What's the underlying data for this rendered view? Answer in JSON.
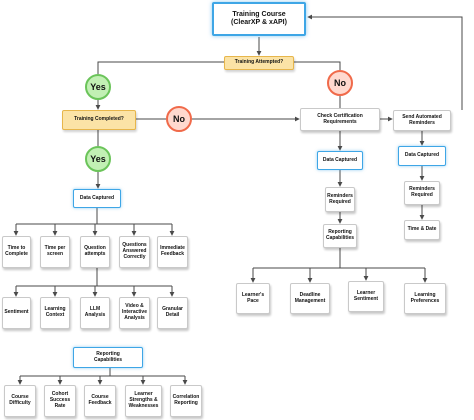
{
  "root": "Training Course\n(ClearXP & xAPI)",
  "decisions": {
    "attempted": "Training Attempted?",
    "completed": "Training Completed?"
  },
  "answers": {
    "yes": "Yes",
    "no": "No"
  },
  "left_branch": {
    "data_captured": "Data Captured",
    "row1": [
      "Time to\nComplete",
      "Time per\nscreen",
      "Question\nattempts",
      "Questions\nAnswered\nCorrectly",
      "Immediate\nFeedback"
    ],
    "row2": [
      "Sentiment",
      "Learning\nContext",
      "LLM\nAnalysis",
      "Video &\nInteractive\nAnalysis",
      "Granular\nDetail"
    ],
    "reporting": "Reporting\nCapabilities",
    "row3": [
      "Course\nDifficulty",
      "Cohort\nSuccess\nRate",
      "Course\nFeedback",
      "Learner\nStrengths &\nWeaknesses",
      "Correlation\nReporting"
    ]
  },
  "certification": {
    "title": "Check Certification\nRequirements",
    "data_captured": "Data Captured",
    "reminders": "Reminders\nRequired",
    "reporting": "Reporting\nCapabilities",
    "row": [
      "Learner's\nPace",
      "Deadline\nManagement",
      "Learner\nSentiment",
      "Learning\nPreferences"
    ]
  },
  "reminders_branch": {
    "title": "Send Automated\nReminders",
    "data_captured": "Data Captured",
    "reminders": "Reminders\nRequired",
    "time_date": "Time & Date"
  },
  "colors": {
    "connector": "#4a4a4a",
    "highlight_border": "#3ea6e6",
    "decision_fill": "#fbe3a6",
    "yes_fill": "#c2f0b4",
    "no_fill": "#ffd9cf"
  }
}
